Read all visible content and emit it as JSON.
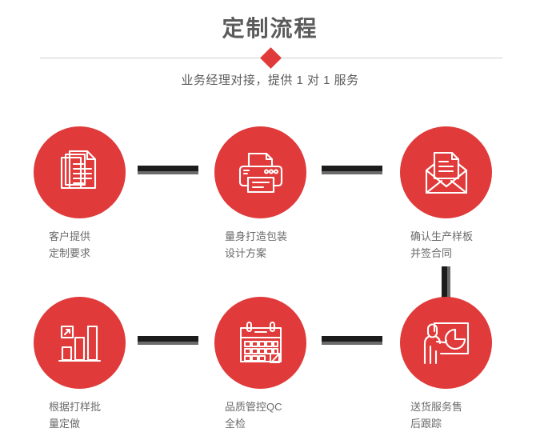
{
  "header": {
    "title": "定制流程",
    "subtitle": "业务经理对接，提供 1 对 1 服务",
    "divider_icon": "diamond-icon"
  },
  "theme": {
    "accent_red": "#e03a3a",
    "title_gray": "#5b5b5b",
    "caption_gray": "#6a6a6a",
    "connector_black": "#1c1c1c",
    "connector_shadow": "#6b6b6b",
    "divider_line": "#cfcfcf",
    "background": "#ffffff"
  },
  "steps": [
    {
      "index": 1,
      "icon": "documents-stack-icon",
      "caption": "客户提供\n定制要求"
    },
    {
      "index": 2,
      "icon": "printer-icon",
      "caption": "量身打造包装\n设计方案"
    },
    {
      "index": 3,
      "icon": "open-envelope-icon",
      "caption": "确认生产样板\n并签合同"
    },
    {
      "index": 4,
      "icon": "bar-chart-growth-icon",
      "caption": "根据打样批\n量定做"
    },
    {
      "index": 5,
      "icon": "calendar-check-icon",
      "caption": "品质管控QC\n全检"
    },
    {
      "index": 6,
      "icon": "presenter-pie-chart-icon",
      "caption": "送货服务售\n后跟踪"
    }
  ],
  "connectors": [
    {
      "name": "connector-step1-step2",
      "orientation": "horizontal"
    },
    {
      "name": "connector-step2-step3",
      "orientation": "horizontal"
    },
    {
      "name": "connector-step4-step5",
      "orientation": "horizontal"
    },
    {
      "name": "connector-step5-step6",
      "orientation": "horizontal"
    },
    {
      "name": "connector-step3-step6",
      "orientation": "vertical"
    }
  ]
}
